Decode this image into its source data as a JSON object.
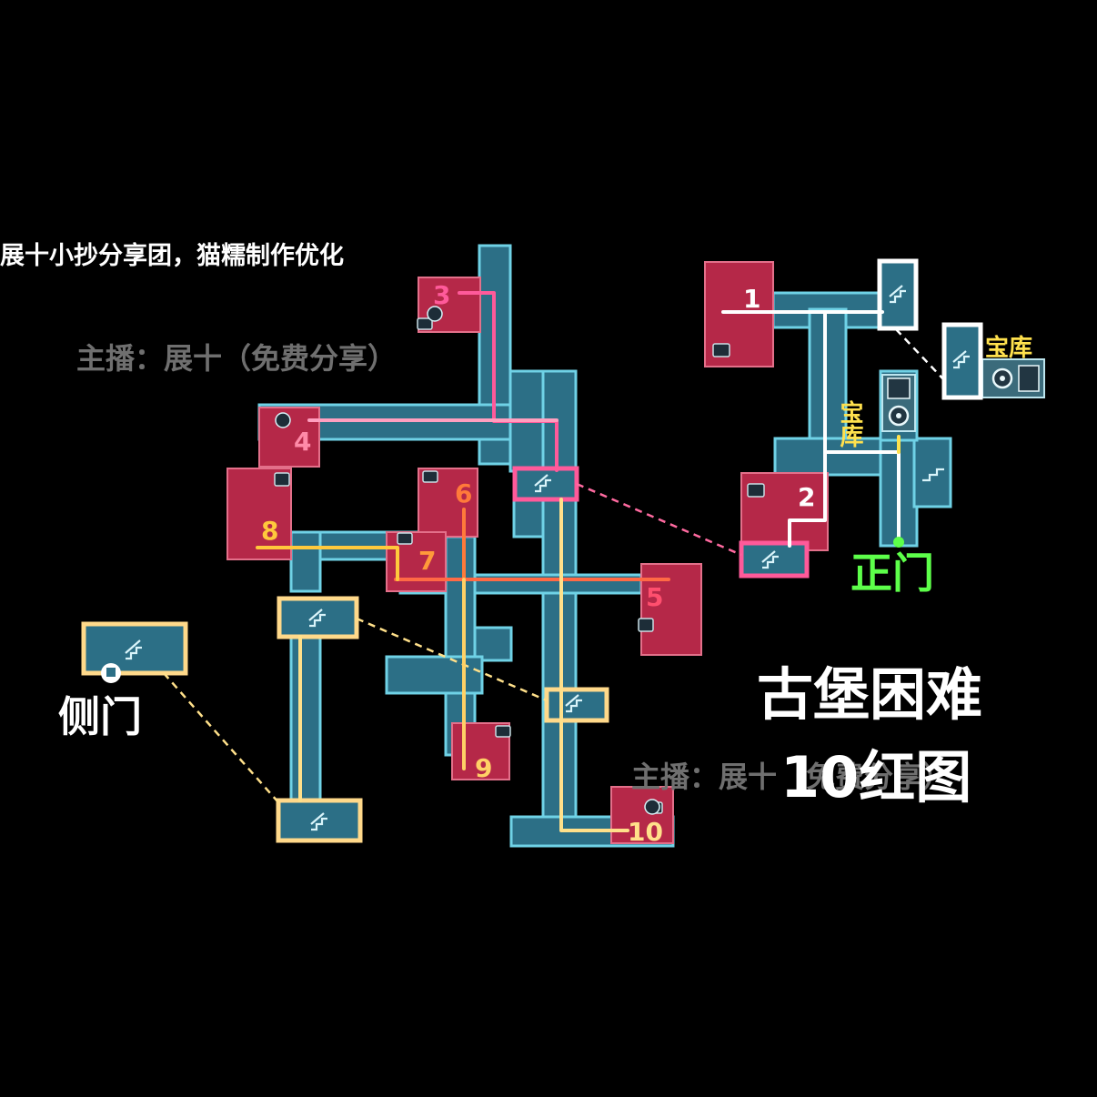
{
  "credit": "展十小抄分享团，猫糯制作优化",
  "watermark_top": "主播：展十（免费分享）",
  "watermark_bottom": "主播：展十（免费分享）",
  "title_line1": "古堡困难",
  "title_line2": "10红图",
  "labels": {
    "main_gate": "正门",
    "side_gate": "侧门",
    "vault_right": "宝库",
    "vault_left": "宝库"
  },
  "room_numbers": [
    {
      "n": "1",
      "color": "#ffffff"
    },
    {
      "n": "2",
      "color": "#ffffff"
    },
    {
      "n": "3",
      "color": "#ff5a9a"
    },
    {
      "n": "4",
      "color": "#ff8aa8"
    },
    {
      "n": "5",
      "color": "#ff4f6e"
    },
    {
      "n": "6",
      "color": "#ff7a3a"
    },
    {
      "n": "7",
      "color": "#ff9a3a"
    },
    {
      "n": "8",
      "color": "#ffc93c"
    },
    {
      "n": "9",
      "color": "#ffd166"
    },
    {
      "n": "10",
      "color": "#ffe08a"
    }
  ],
  "colors": {
    "background": "#000000",
    "corridor": "#2c6f86",
    "room": "#b52848",
    "white_route": "#ffffff",
    "pink_route": "#ff5a9a",
    "orange_route": "#ff7a3a",
    "yellow_route": "#ffd166",
    "gate_green": "#5dff4a",
    "vault_yellow": "#ffe14d"
  },
  "icons": [
    "stairs-icon",
    "chest-icon",
    "altar-icon",
    "vault-gear-icon",
    "door-icon"
  ]
}
